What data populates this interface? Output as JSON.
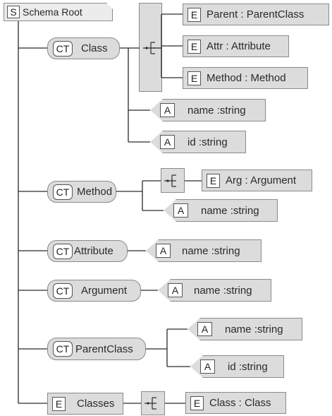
{
  "badges": {
    "schema": "S",
    "complex_type": "CT",
    "element": "E",
    "attribute": "A"
  },
  "root": {
    "label": "Schema Root"
  },
  "nodes": {
    "class": {
      "label": "Class"
    },
    "class_parent": {
      "label": "Parent   : ParentClass"
    },
    "class_attr": {
      "label": "Attr  : Attribute"
    },
    "class_method": {
      "label": "Method  : Method"
    },
    "class_name": {
      "label": "name  :string"
    },
    "class_id": {
      "label": "id  :string"
    },
    "method": {
      "label": "Method"
    },
    "method_arg": {
      "label": "Arg : Argument"
    },
    "method_name": {
      "label": "name  :string"
    },
    "attribute": {
      "label": "Attribute"
    },
    "attribute_name": {
      "label": "name  :string"
    },
    "argument": {
      "label": "Argument"
    },
    "argument_name": {
      "label": "name  :string"
    },
    "parentclass": {
      "label": "ParentClass"
    },
    "parentclass_name": {
      "label": "name  :string"
    },
    "parentclass_id": {
      "label": "id  :string"
    },
    "classes": {
      "label": "Classes"
    },
    "classes_class": {
      "label": "Class : Class"
    }
  },
  "colors": {
    "node_fill": "#dcdcdc",
    "node_border": "#8a8a8a",
    "wire": "#2a2a2a"
  }
}
